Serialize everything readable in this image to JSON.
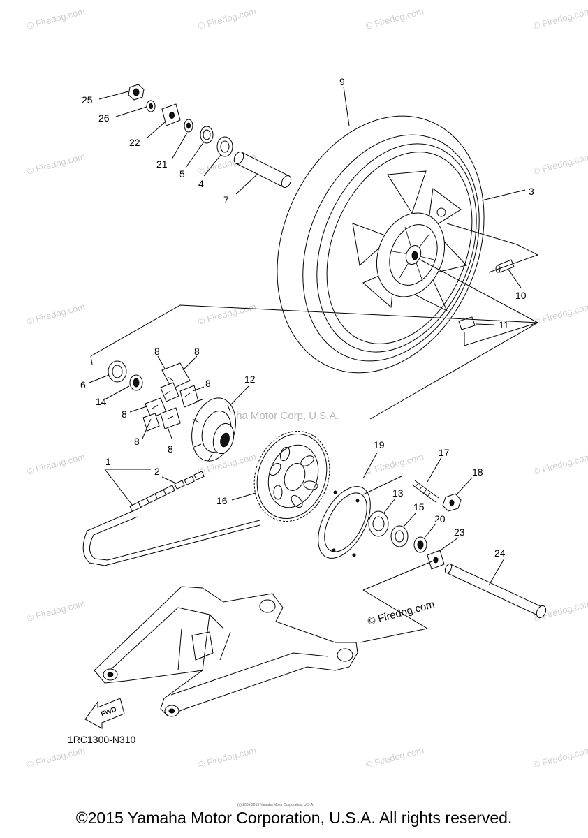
{
  "diagram": {
    "callouts": [
      {
        "id": "c25",
        "text": "25"
      },
      {
        "id": "c26",
        "text": "26"
      },
      {
        "id": "c22",
        "text": "22"
      },
      {
        "id": "c21",
        "text": "21"
      },
      {
        "id": "c5",
        "text": "5"
      },
      {
        "id": "c4",
        "text": "4"
      },
      {
        "id": "c7",
        "text": "7"
      },
      {
        "id": "c9",
        "text": "9"
      },
      {
        "id": "c3",
        "text": "3"
      },
      {
        "id": "c10",
        "text": "10"
      },
      {
        "id": "c11",
        "text": "11"
      },
      {
        "id": "c6",
        "text": "6"
      },
      {
        "id": "c14",
        "text": "14"
      },
      {
        "id": "c8a",
        "text": "8"
      },
      {
        "id": "c8b",
        "text": "8"
      },
      {
        "id": "c8c",
        "text": "8"
      },
      {
        "id": "c8d",
        "text": "8"
      },
      {
        "id": "c8e",
        "text": "8"
      },
      {
        "id": "c8f",
        "text": "8"
      },
      {
        "id": "c12",
        "text": "12"
      },
      {
        "id": "c1",
        "text": "1"
      },
      {
        "id": "c2",
        "text": "2"
      },
      {
        "id": "c16",
        "text": "16"
      },
      {
        "id": "c19",
        "text": "19"
      },
      {
        "id": "c17",
        "text": "17"
      },
      {
        "id": "c18",
        "text": "18"
      },
      {
        "id": "c13",
        "text": "13"
      },
      {
        "id": "c15",
        "text": "15"
      },
      {
        "id": "c20",
        "text": "20"
      },
      {
        "id": "c23",
        "text": "23"
      },
      {
        "id": "c24",
        "text": "24"
      }
    ],
    "fwd_label": "FWD",
    "code": "1RC1300-N310",
    "watermark": "© Firedog.com",
    "watermark_center": "© Firedog.com",
    "watermark_mid": "Yamaha Motor Corp, U.S.A.",
    "tiny_credit": "(c) 2005-2015 Yamaha Motor Corporation, U.S.A."
  },
  "footer": {
    "copyright": "©2015 Yamaha Motor Corporation, U.S.A. All rights reserved."
  }
}
